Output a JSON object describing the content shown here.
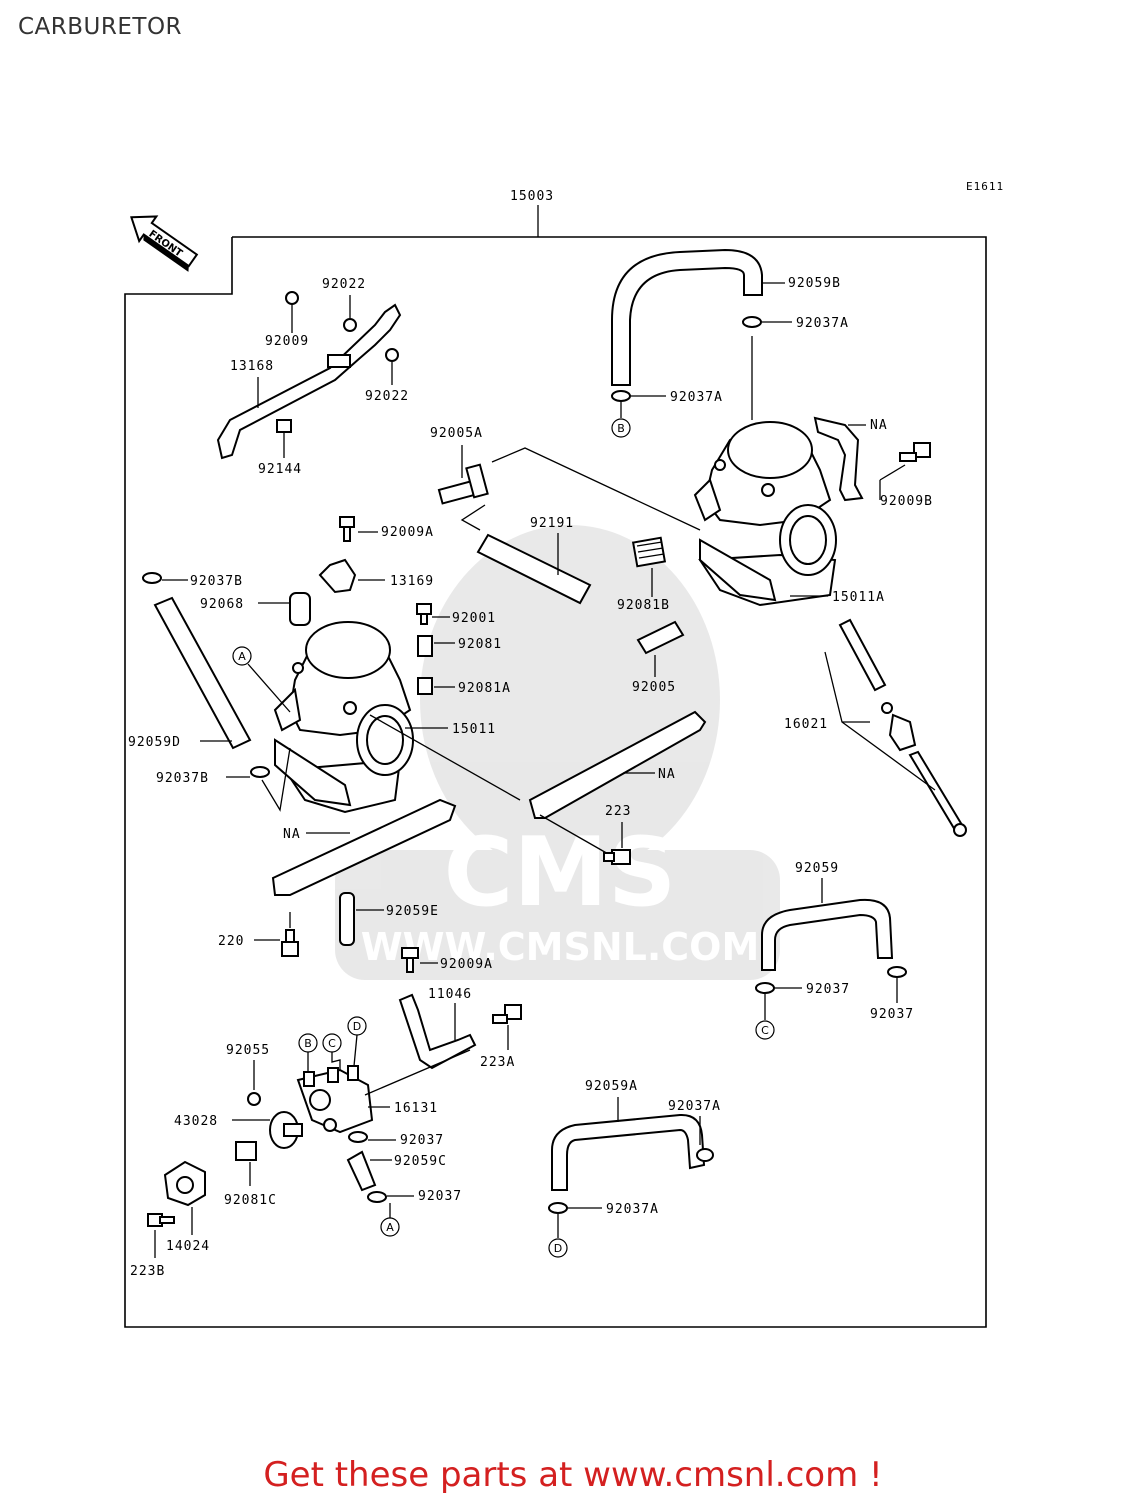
{
  "header": {
    "title": "CARBURETOR"
  },
  "diagram": {
    "code": "E1611",
    "front_label": "FRONT",
    "watermark_brand": "CMS",
    "watermark_url": "WWW.CMSNL.COM",
    "callouts": {
      "c15003": "15003",
      "c92022a": "92022",
      "c92009": "92009",
      "c92022b": "92022",
      "c13168": "13168",
      "c92144": "92144",
      "c92059b": "92059B",
      "c92037a_1": "92037A",
      "c92037a_2": "92037A",
      "cNA_1": "NA",
      "c92009b": "92009B",
      "c92005a": "92005A",
      "c92191": "92191",
      "c92009a_1": "92009A",
      "c92081b": "92081B",
      "c15011a": "15011A",
      "c92037b_1": "92037B",
      "c13169": "13169",
      "c92068": "92068",
      "c92001": "92001",
      "c92081": "92081",
      "c92081a": "92081A",
      "c92005": "92005",
      "c15011": "15011",
      "c16021": "16021",
      "c92059d": "92059D",
      "c92037b_2": "92037B",
      "cNA_2": "NA",
      "c223": "223",
      "cNA_3": "NA",
      "c92059": "92059",
      "c92059e": "92059E",
      "c220": "220",
      "c92009a_2": "92009A",
      "c92037_1": "92037",
      "c92037_2": "92037",
      "c11046": "11046",
      "c223a": "223A",
      "c92055": "92055",
      "c16131": "16131",
      "c43028": "43028",
      "c92037_3": "92037",
      "c92059c": "92059C",
      "c92037_4": "92037",
      "c92081c": "92081C",
      "c14024": "14024",
      "c223b": "223B",
      "c92059a": "92059A",
      "c92037a_3": "92037A",
      "c92037a_4": "92037A"
    },
    "markers": {
      "m_b1": "B",
      "m_a1": "A",
      "m_c1": "C",
      "m_b2": "B",
      "m_c2": "C",
      "m_d1": "D",
      "m_a2": "A",
      "m_d2": "D"
    }
  },
  "footer": {
    "text": "Get these parts at www.cmsnl.com !"
  }
}
